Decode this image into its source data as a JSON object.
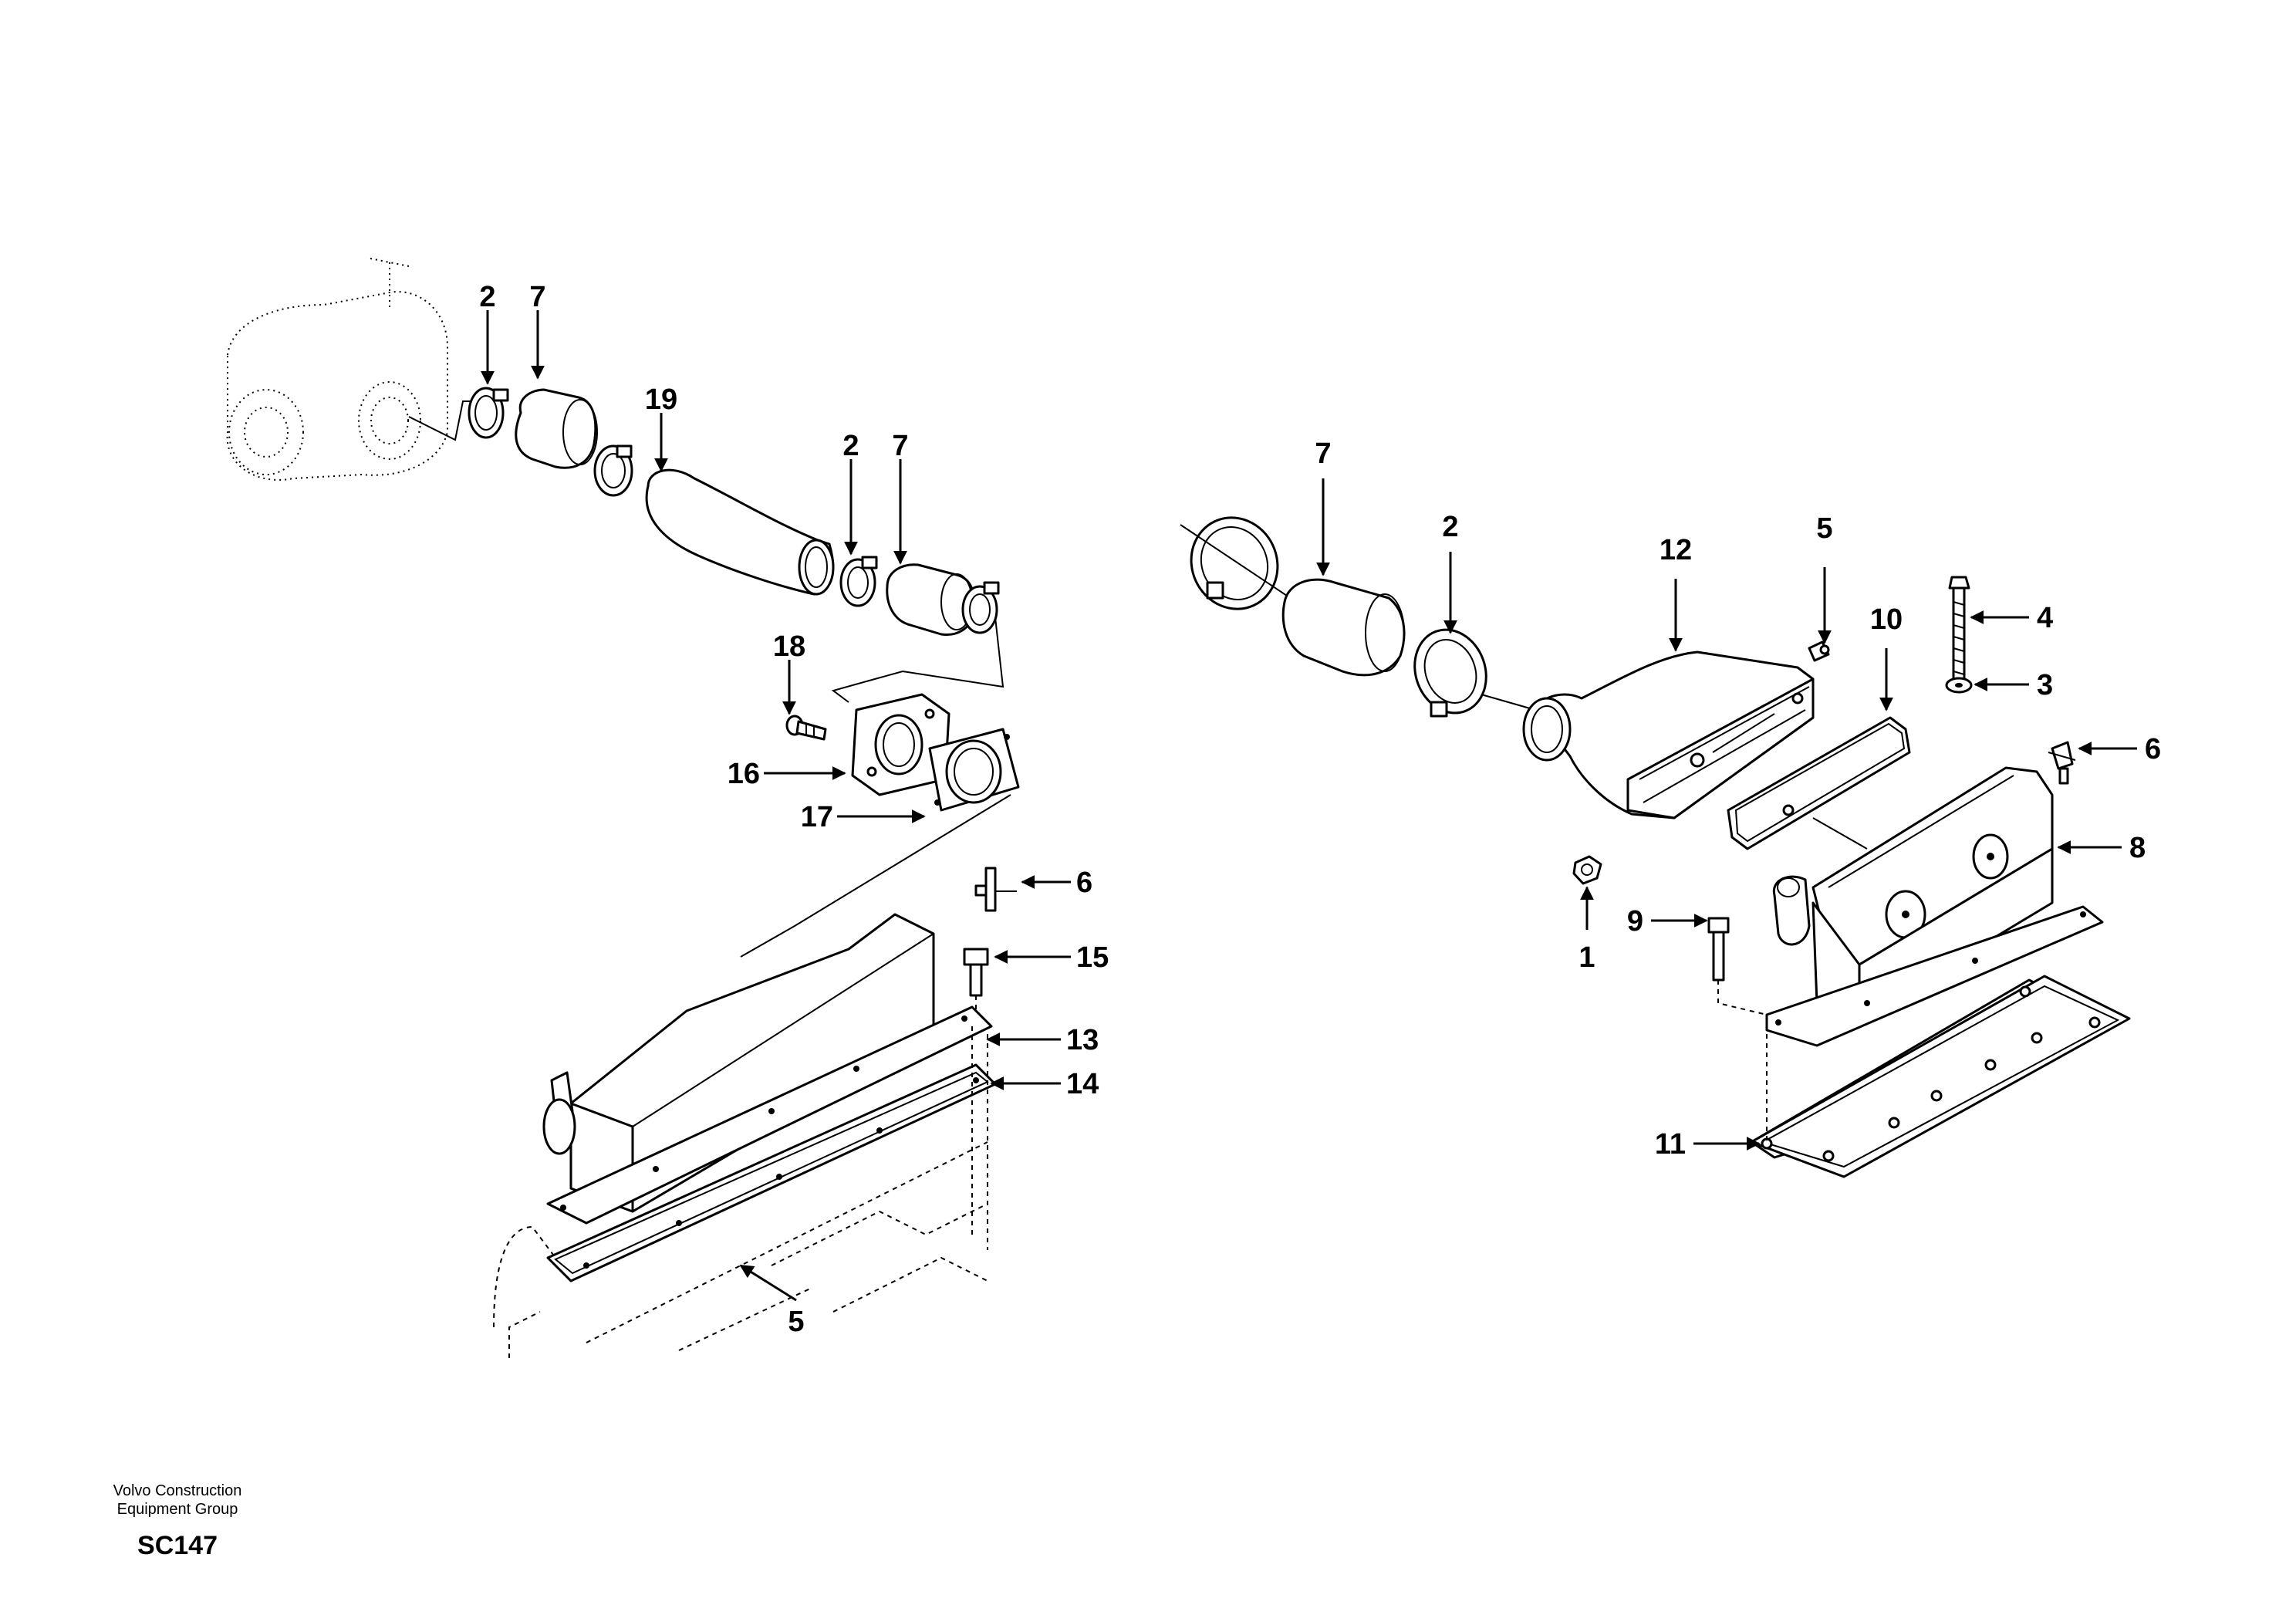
{
  "callouts": [
    {
      "id": "c2a",
      "label": "2"
    },
    {
      "id": "c7a",
      "label": "7"
    },
    {
      "id": "c19",
      "label": "19"
    },
    {
      "id": "c2b",
      "label": "2"
    },
    {
      "id": "c7b",
      "label": "7"
    },
    {
      "id": "c18",
      "label": "18"
    },
    {
      "id": "c16",
      "label": "16"
    },
    {
      "id": "c17",
      "label": "17"
    },
    {
      "id": "c6a",
      "label": "6"
    },
    {
      "id": "c15",
      "label": "15"
    },
    {
      "id": "c13",
      "label": "13"
    },
    {
      "id": "c14",
      "label": "14"
    },
    {
      "id": "c5a",
      "label": "5"
    },
    {
      "id": "c7c",
      "label": "7"
    },
    {
      "id": "c2c",
      "label": "2"
    },
    {
      "id": "c12",
      "label": "12"
    },
    {
      "id": "c5b",
      "label": "5"
    },
    {
      "id": "c10",
      "label": "10"
    },
    {
      "id": "c4",
      "label": "4"
    },
    {
      "id": "c3",
      "label": "3"
    },
    {
      "id": "c6b",
      "label": "6"
    },
    {
      "id": "c8",
      "label": "8"
    },
    {
      "id": "c9",
      "label": "9"
    },
    {
      "id": "c1",
      "label": "1"
    },
    {
      "id": "c11",
      "label": "11"
    }
  ],
  "footer": {
    "company_line1": "Volvo Construction",
    "company_line2": "Equipment Group",
    "code": "SC147"
  }
}
